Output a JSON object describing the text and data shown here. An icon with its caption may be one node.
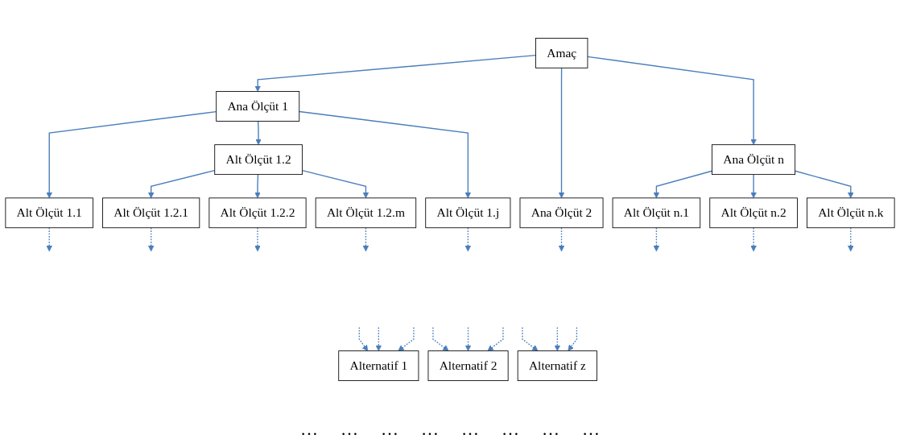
{
  "diagram": {
    "nodes": [
      {
        "text": [
          "Amaç"
        ]
      },
      {
        "text": [
          "Ana Ölçüt 1"
        ]
      },
      {
        "text": [
          "Ana Ölçüt 2"
        ]
      },
      {
        "text": [
          "Ana Ölçüt n"
        ]
      },
      {
        "text": [
          "Alt Ölçüt 1.1"
        ]
      },
      {
        "text": [
          "Alt Ölçüt 1.2"
        ]
      },
      {
        "text": [
          "Alt Ölçüt 1.j"
        ]
      },
      {
        "text": [
          "Alt Ölçüt n.1"
        ]
      },
      {
        "text": [
          "Alt Ölçüt n.2"
        ]
      },
      {
        "text": [
          "Alt Ölçüt n.k"
        ]
      },
      {
        "text": [
          "Alt Ölçüt 1.2.1"
        ]
      },
      {
        "text": [
          "Alt Ölçüt 1.2.2"
        ]
      },
      {
        "text": [
          "Alt Ölçüt 1.2.m"
        ]
      },
      {
        "text": [
          "Alternatif 1"
        ]
      },
      {
        "text": [
          "Alternatif 2"
        ]
      },
      {
        "text": [
          "Alternatif z"
        ]
      }
    ],
    "edges": [
      {
        "from": 0,
        "to": 1,
        "arrow": "to"
      },
      {
        "from": 0,
        "to": 2,
        "arrow": "to"
      },
      {
        "from": 0,
        "to": 3,
        "arrow": "to"
      },
      {
        "from": 1,
        "to": 4,
        "arrow": "to"
      },
      {
        "from": 1,
        "to": 5,
        "arrow": "to"
      },
      {
        "from": 1,
        "to": 6,
        "arrow": "to"
      },
      {
        "from": 2,
        "to": null,
        "arrow": "to",
        "style": "dashed"
      },
      {
        "from": 3,
        "to": 7,
        "arrow": "to"
      },
      {
        "from": 3,
        "to": 8,
        "arrow": "to"
      },
      {
        "from": 3,
        "to": 9,
        "arrow": "to"
      },
      {
        "from": 4,
        "to": null,
        "arrow": "to",
        "style": "dashed"
      },
      {
        "from": 5,
        "to": 10,
        "arrow": "to"
      },
      {
        "from": 5,
        "to": 11,
        "arrow": "to"
      },
      {
        "from": 5,
        "to": 12,
        "arrow": "to"
      },
      {
        "from": 6,
        "to": null,
        "arrow": "to",
        "style": "dashed"
      },
      {
        "from": 7,
        "to": null,
        "arrow": "to",
        "style": "dashed"
      },
      {
        "from": 8,
        "to": null,
        "arrow": "to",
        "style": "dashed"
      },
      {
        "from": 9,
        "to": null,
        "arrow": "to",
        "style": "dashed"
      },
      {
        "from": 10,
        "to": null,
        "arrow": "to",
        "style": "dashed"
      },
      {
        "from": 11,
        "to": null,
        "arrow": "to",
        "style": "dashed"
      },
      {
        "from": 12,
        "to": null,
        "arrow": "to",
        "style": "dashed"
      },
      {
        "from": null,
        "to": 13,
        "arrow": "to",
        "style": "dashed"
      },
      {
        "from": null,
        "to": 13,
        "arrow": "to",
        "style": "dashed"
      },
      {
        "from": null,
        "to": 13,
        "arrow": "to",
        "style": "dashed"
      },
      {
        "from": null,
        "to": 14,
        "arrow": "to",
        "style": "dashed"
      },
      {
        "from": null,
        "to": 14,
        "arrow": "to",
        "style": "dashed"
      },
      {
        "from": null,
        "to": 14,
        "arrow": "to",
        "style": "dashed"
      },
      {
        "from": null,
        "to": 15,
        "arrow": "to",
        "style": "dashed"
      },
      {
        "from": null,
        "to": 15,
        "arrow": "to",
        "style": "dashed"
      },
      {
        "from": null,
        "to": 15,
        "arrow": "to",
        "style": "dashed"
      }
    ],
    "labels": [
      "…",
      "…",
      "…",
      "…",
      "…",
      "…",
      "…",
      "…"
    ]
  }
}
